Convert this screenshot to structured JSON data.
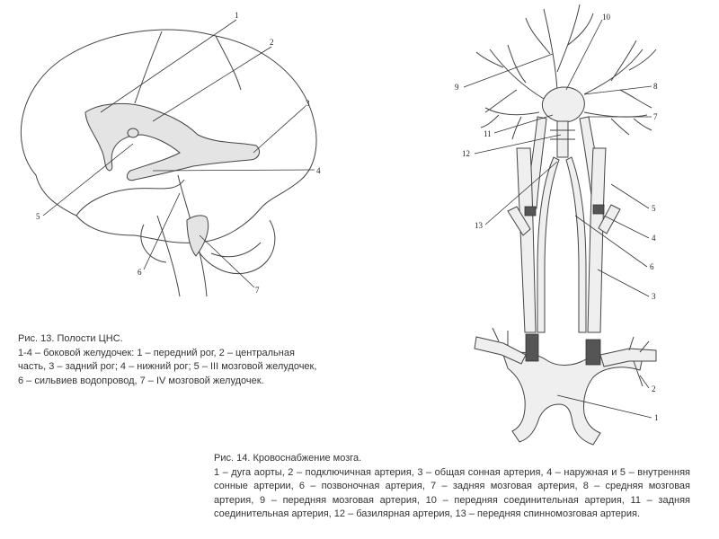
{
  "fig13": {
    "caption_title": "Рис. 13. Полости ЦНС.",
    "caption_text": "1-4 – боковой желудочек: 1 – передний рог, 2 – центральная часть, 3 – задний рог; 4 – нижний рог; 5 – III мозговой желудочек, 6 – сильвиев водопровод, 7 – IV мозговой желудочек.",
    "labels": [
      "1",
      "2",
      "3",
      "4",
      "5",
      "6",
      "7"
    ]
  },
  "fig14": {
    "caption_title": "Рис. 14. Кровоснабжение мозга.",
    "caption_text": "1 – дуга аорты, 2 – подключичная артерия, 3 – общая сонная артерия, 4 – наружная и 5 – внутренняя сонные артерии, 6 – позвоночная артерия, 7 – задняя мозговая артерия, 8 – средняя мозговая артерия, 9 – передняя мозговая артерия, 10 – передняя соединительная артерия, 11 – задняя соединительная артерия, 12 – базилярная артерия, 13 – передняя спинномозговая артерия.",
    "labels": [
      "10",
      "9",
      "8",
      "7",
      "11",
      "12",
      "13",
      "5",
      "4",
      "6",
      "3",
      "2",
      "1"
    ]
  }
}
